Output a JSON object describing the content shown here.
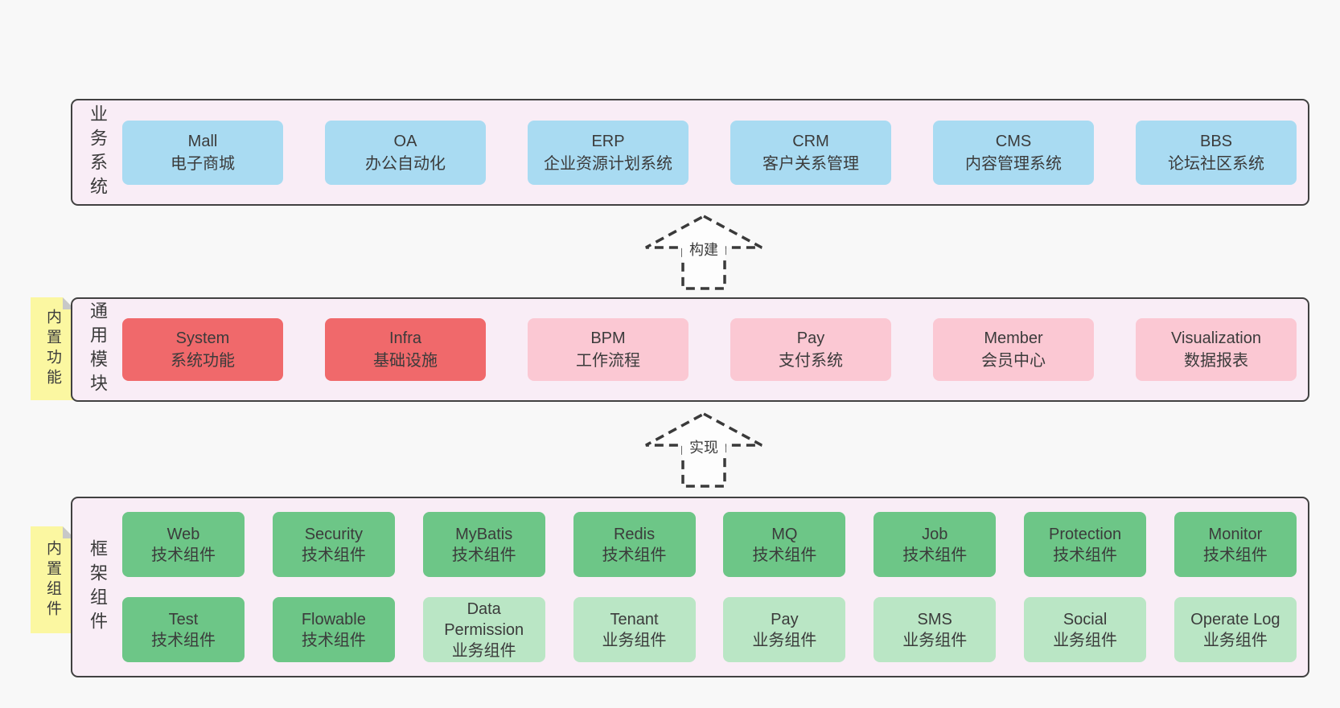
{
  "colors": {
    "page_bg": "#f8f8f8",
    "panel_bg": "#f9edf6",
    "panel_border": "#414141",
    "blue_box": "#a9dbf2",
    "red_box": "#f0696b",
    "pink_box": "#fbc8d3",
    "green_box": "#6dc687",
    "light_green_box": "#bae6c5",
    "note_yellow": "#fbf7a1",
    "note_fold_gray": "#c8c8c8",
    "text": "#3b3b3b"
  },
  "business_panel": {
    "label": "业务系统",
    "boxes": [
      {
        "title": "Mall",
        "subtitle": "电子商城"
      },
      {
        "title": "OA",
        "subtitle": "办公自动化"
      },
      {
        "title": "ERP",
        "subtitle": "企业资源计划系统"
      },
      {
        "title": "CRM",
        "subtitle": "客户关系管理"
      },
      {
        "title": "CMS",
        "subtitle": "内容管理系统"
      },
      {
        "title": "BBS",
        "subtitle": "论坛社区系统"
      }
    ]
  },
  "arrow_build": {
    "label": "构建"
  },
  "arrow_implement": {
    "label": "实现"
  },
  "module_panel": {
    "label": "通用模块",
    "note": "内置功能",
    "boxes": [
      {
        "title": "System",
        "subtitle": "系统功能"
      },
      {
        "title": "Infra",
        "subtitle": "基础设施"
      },
      {
        "title": "BPM",
        "subtitle": "工作流程"
      },
      {
        "title": "Pay",
        "subtitle": "支付系统"
      },
      {
        "title": "Member",
        "subtitle": "会员中心"
      },
      {
        "title": "Visualization",
        "subtitle": "数据报表"
      }
    ]
  },
  "framework_panel": {
    "label": "框架组件",
    "note": "内置组件",
    "row1": [
      {
        "title": "Web",
        "subtitle": "技术组件"
      },
      {
        "title": "Security",
        "subtitle": "技术组件"
      },
      {
        "title": "MyBatis",
        "subtitle": "技术组件"
      },
      {
        "title": "Redis",
        "subtitle": "技术组件"
      },
      {
        "title": "MQ",
        "subtitle": "技术组件"
      },
      {
        "title": "Job",
        "subtitle": "技术组件"
      },
      {
        "title": "Protection",
        "subtitle": "技术组件"
      },
      {
        "title": "Monitor",
        "subtitle": "技术组件"
      }
    ],
    "row2": [
      {
        "title": "Test",
        "subtitle": "技术组件"
      },
      {
        "title": "Flowable",
        "subtitle": "技术组件"
      },
      {
        "title": "Data Permission",
        "subtitle": "业务组件"
      },
      {
        "title": "Tenant",
        "subtitle": "业务组件"
      },
      {
        "title": "Pay",
        "subtitle": "业务组件"
      },
      {
        "title": "SMS",
        "subtitle": "业务组件"
      },
      {
        "title": "Social",
        "subtitle": "业务组件"
      },
      {
        "title": "Operate Log",
        "subtitle": "业务组件"
      }
    ]
  }
}
